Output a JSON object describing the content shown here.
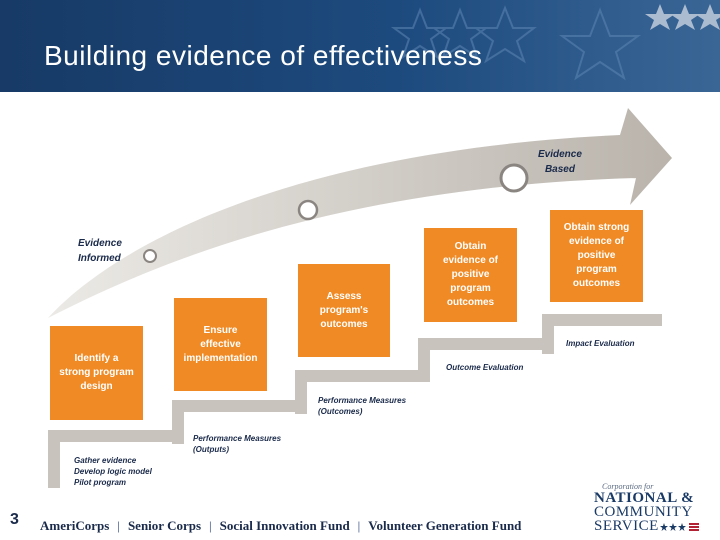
{
  "title": "Building evidence of effectiveness",
  "colors": {
    "header": "#1d4a7e",
    "box": "#f08a24",
    "step": "#c8c3bc",
    "text": "#1a2a4a"
  },
  "endpoints": {
    "informed": "Evidence\nInformed",
    "based": "Evidence\nBased"
  },
  "boxes": [
    "Identify a\nstrong program\ndesign",
    "Ensure\neffective\nimplementation",
    "Assess\nprogram's\noutcomes",
    "Obtain\nevidence of\npositive\nprogram\noutcomes",
    "Obtain strong\nevidence of\npositive\nprogram\noutcomes"
  ],
  "step_labels": [
    "Gather evidence\nDevelop logic model\nPilot program",
    "Performance Measures\n(Outputs)",
    "Performance Measures\n(Outcomes)",
    "Outcome Evaluation",
    "Impact Evaluation"
  ],
  "page_number": "3",
  "footer_brands": [
    "AmeriCorps",
    "Senior Corps",
    "Social Innovation Fund",
    "Volunteer Generation Fund"
  ],
  "separator": "|",
  "logo": {
    "line1": "Corporation for",
    "line2": "NATIONAL &",
    "line3": "COMMUNITY",
    "line4": "SERVICE"
  }
}
